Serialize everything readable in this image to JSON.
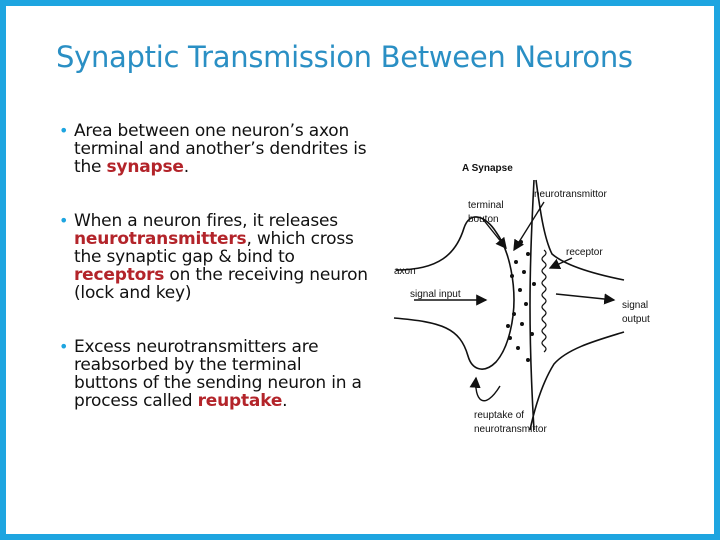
{
  "title": "Synaptic Transmission Between Neurons",
  "bullets": [
    {
      "segments": [
        "Area between one neuron’s axon terminal and  another’s dendrites is the ",
        "synapse",
        "."
      ]
    },
    {
      "segments": [
        "When a neuron fires, it releases ",
        "neurotransmitters",
        ", which cross the synaptic gap & bind to ",
        "receptors",
        " on the receiving neuron (lock and key)"
      ]
    },
    {
      "segments": [
        "Excess neurotransmitters are reabsorbed by the terminal buttons of the sending neuron in a process called ",
        "reuptake",
        "."
      ]
    }
  ],
  "highlight_color": "#b3242a",
  "title_color": "#2a8fc4",
  "accent_color": "#1ea5e0",
  "diagram": {
    "title": "A Synapse",
    "neurotransmitter": "neurotransmittor",
    "terminal": "terminal",
    "bouton": "bouton",
    "receptor": "receptor",
    "axon": "axon",
    "signal_input": "signal input",
    "signal": "signal",
    "output": "output",
    "reuptake_of": "reuptake of",
    "reuptake_nt": "neurotransmittor"
  }
}
